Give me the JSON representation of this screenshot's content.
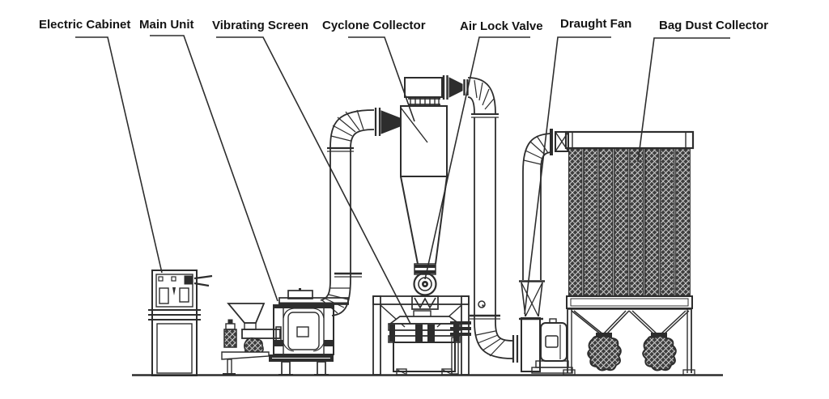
{
  "figure": {
    "type": "equipment-line-diagram",
    "labels": [
      {
        "id": "electric-cabinet",
        "text": "Electric Cabinet"
      },
      {
        "id": "main-unit",
        "text": "Main Unit"
      },
      {
        "id": "vibrating-screen",
        "text": "Vibrating Screen"
      },
      {
        "id": "cyclone-collector",
        "text": "Cyclone Collector"
      },
      {
        "id": "air-lock-valve",
        "text": "Air Lock Valve"
      },
      {
        "id": "draught-fan",
        "text": "Draught Fan"
      },
      {
        "id": "bag-dust-collector",
        "text": "Bag Dust Collector"
      }
    ],
    "colors": {
      "line": "#2d2d2d",
      "text": "#141414",
      "background": "#ffffff",
      "bag_texture_dark": "#3e3e3e",
      "bag_texture_light": "#d9d9d9"
    }
  }
}
